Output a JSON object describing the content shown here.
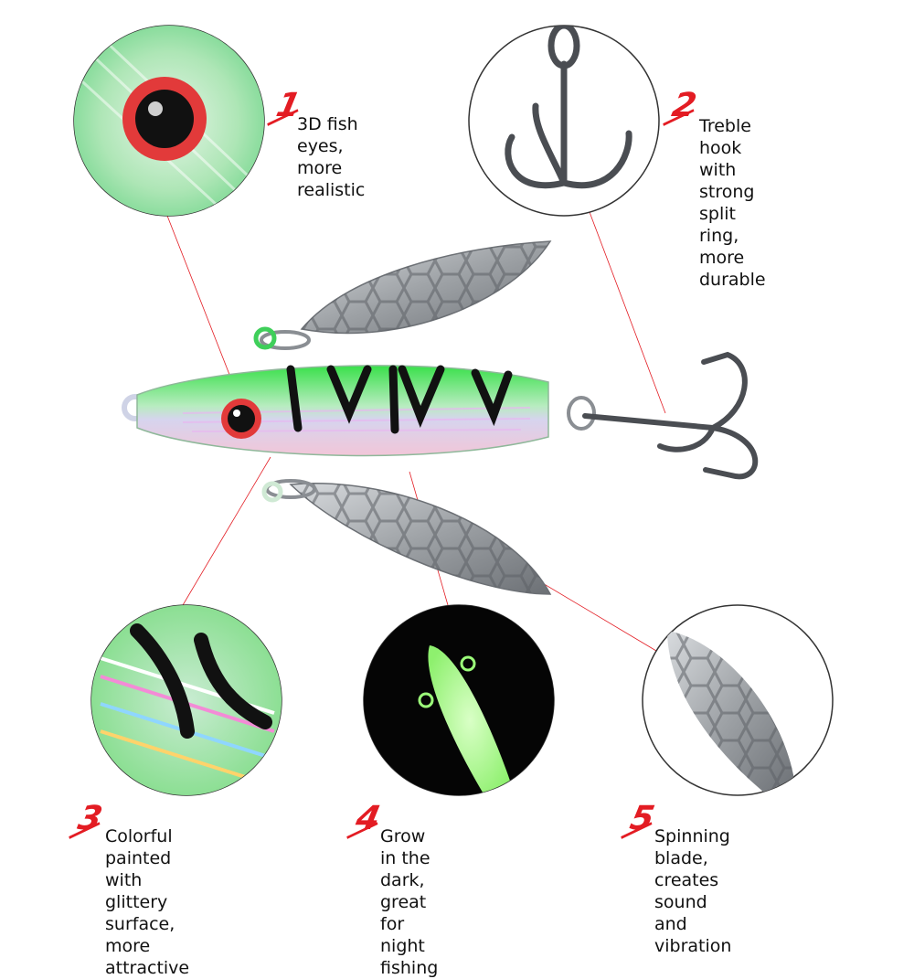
{
  "features": [
    {
      "number": "1",
      "text": "3D fish eyes,\nmore realistic"
    },
    {
      "number": "2",
      "text": "Treble hook with\nstrong split ring,\nmore durable"
    },
    {
      "number": "3",
      "text": "Colorful painted with\nglittery surface,\nmore attractive"
    },
    {
      "number": "4",
      "text": "Grow in the dark,\ngreat for night\nfishing"
    },
    {
      "number": "5",
      "text": "Spinning blade, creates\nsound and vibration"
    }
  ],
  "colors": {
    "accent": "#e31c23",
    "lure_green": "#39e04a",
    "glow_green": "#9cff7a",
    "blade_silver": "#9ea2a6",
    "hook_dark": "#4a4d52"
  }
}
